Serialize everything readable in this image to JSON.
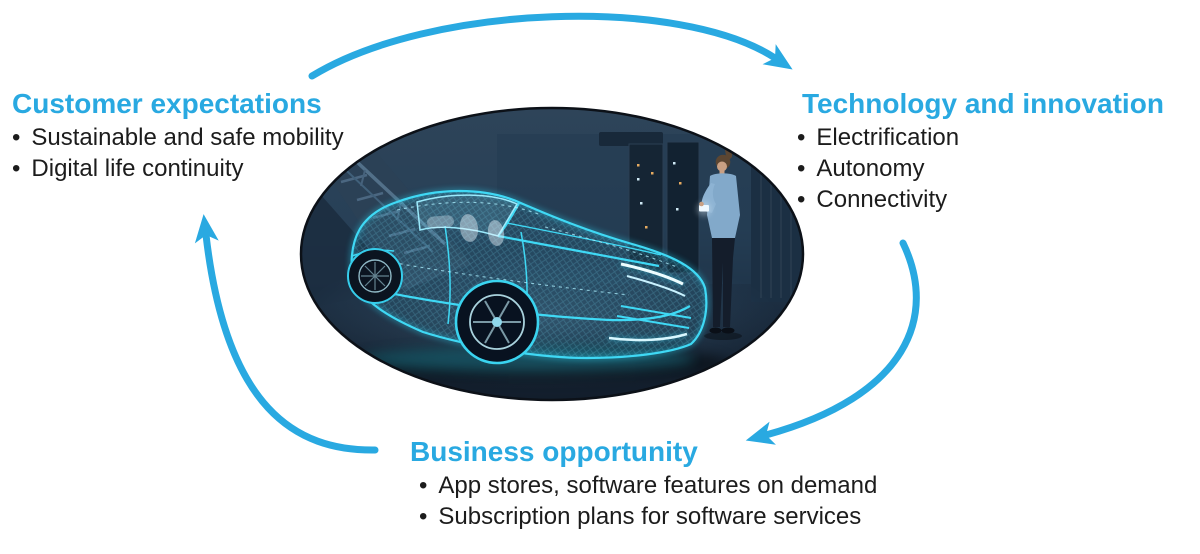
{
  "palette": {
    "accent": "#29a9e1",
    "body_text": "#1c1c1c",
    "hologram": "#3fd9f5"
  },
  "blocks": {
    "customer": {
      "title": "Customer expectations",
      "bullets": [
        "Sustainable and safe mobility",
        "Digital life continuity"
      ]
    },
    "technology": {
      "title": "Technology and innovation",
      "bullets": [
        "Electrification",
        "Autonomy",
        "Connectivity"
      ]
    },
    "business": {
      "title": "Business opportunity",
      "bullets": [
        "App stores, software features on demand",
        "Subscription plans for software services"
      ]
    }
  },
  "arrows": [
    {
      "name": "arrow-customer-to-technology",
      "from": "customer",
      "to": "technology"
    },
    {
      "name": "arrow-technology-to-business",
      "from": "technology",
      "to": "business"
    },
    {
      "name": "arrow-business-to-customer",
      "from": "business",
      "to": "customer"
    }
  ],
  "center_image": {
    "name": "holographic-wireframe-car-photo",
    "elements": [
      "wireframe-car-hologram",
      "woman-with-tablet",
      "staircase",
      "server-racks"
    ]
  }
}
